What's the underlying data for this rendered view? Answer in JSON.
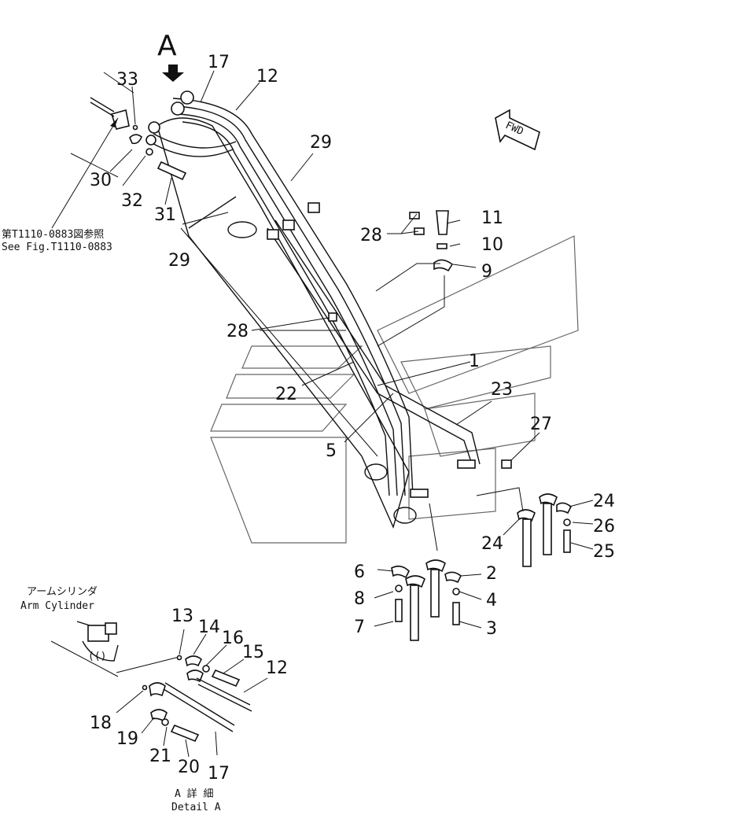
{
  "view_label": "A",
  "fwd_label": "FWD",
  "reference_note": {
    "jp": "第T1110-0883図参照",
    "en": "See Fig.T1110-0883"
  },
  "arm_cylinder": {
    "jp": "アームシリンダ",
    "en": "Arm Cylinder"
  },
  "detail_caption": {
    "jp": "A 詳 細",
    "en": "Detail A"
  },
  "callouts": [
    "33",
    "17",
    "12",
    "29",
    "30",
    "32",
    "31",
    "29",
    "28",
    "11",
    "10",
    "9",
    "28",
    "1",
    "22",
    "23",
    "5",
    "27",
    "24",
    "26",
    "24",
    "25",
    "6",
    "2",
    "8",
    "4",
    "7",
    "3",
    "13",
    "14",
    "16",
    "15",
    "12",
    "18",
    "19",
    "21",
    "20",
    "17"
  ]
}
